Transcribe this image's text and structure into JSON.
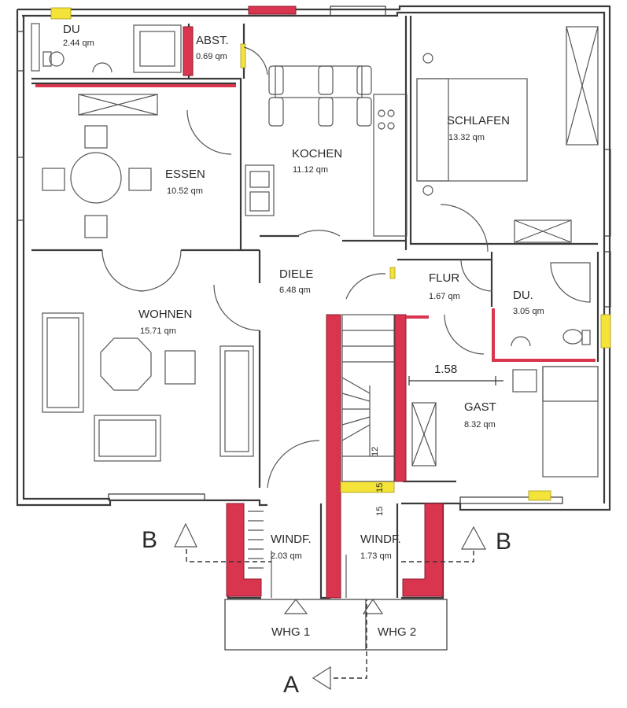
{
  "rooms": {
    "du_top": {
      "name": "DU",
      "area": "2.44 qm"
    },
    "abst": {
      "name": "ABST.",
      "area": "0.69 qm"
    },
    "kochen": {
      "name": "KOCHEN",
      "area": "11.12 qm"
    },
    "schlafen": {
      "name": "SCHLAFEN",
      "area": "13.32 qm"
    },
    "essen": {
      "name": "ESSEN",
      "area": "10.52 qm"
    },
    "diele": {
      "name": "DIELE",
      "area": "6.48 qm"
    },
    "flur": {
      "name": "FLUR",
      "area": "1.67 qm"
    },
    "du_right": {
      "name": "DU.",
      "area": "3.05 qm"
    },
    "wohnen": {
      "name": "WOHNEN",
      "area": "15.71 qm"
    },
    "gast": {
      "name": "GAST",
      "area": "8.32 qm"
    },
    "windf1": {
      "name": "WINDF.",
      "area": "2.03 qm"
    },
    "windf2": {
      "name": "WINDF.",
      "area": "1.73 qm"
    }
  },
  "dimension": "1.58",
  "stair_numbers": [
    "12",
    "15",
    "15"
  ],
  "section_labels": {
    "b_left": "B",
    "b_right": "B",
    "a": "A"
  },
  "entrances": {
    "whg1": "WHG 1",
    "whg2": "WHG 2"
  },
  "colors": {
    "red": "#d9354f",
    "yellow": "#f4e43a",
    "line": "#3a3a3a"
  }
}
